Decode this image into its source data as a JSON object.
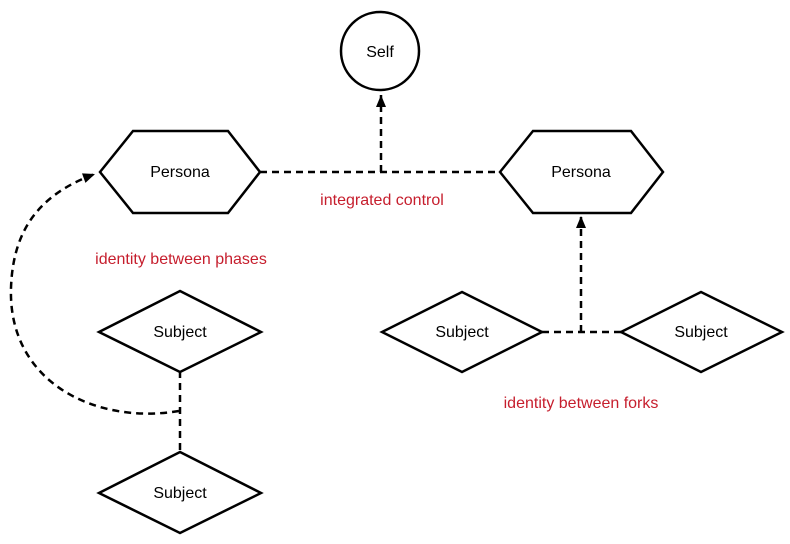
{
  "diagram": {
    "colors": {
      "background": "#ffffff",
      "shape_fill": "#ffffff",
      "shape_stroke": "#000000",
      "connector": "#000000",
      "annotation_text": "#c61e2d",
      "node_text": "#000000"
    },
    "nodes": {
      "self": {
        "shape": "circle",
        "label": "Self"
      },
      "persona_left": {
        "shape": "hexagon",
        "label": "Persona"
      },
      "persona_right": {
        "shape": "hexagon",
        "label": "Persona"
      },
      "subject_upper_left": {
        "shape": "diamond",
        "label": "Subject"
      },
      "subject_lower_left": {
        "shape": "diamond",
        "label": "Subject"
      },
      "subject_middle": {
        "shape": "diamond",
        "label": "Subject"
      },
      "subject_right": {
        "shape": "diamond",
        "label": "Subject"
      }
    },
    "annotations": {
      "integrated_control": {
        "text": "integrated control"
      },
      "identity_between_phases": {
        "text": "identity between phases"
      },
      "identity_between_forks": {
        "text": "identity between forks"
      }
    },
    "edges": [
      {
        "from": "persona_left",
        "to": "persona_right",
        "style": "dashed",
        "arrow": "none",
        "label": "integrated control"
      },
      {
        "from": "persona_link_midpoint",
        "to": "self",
        "style": "dashed",
        "arrow": "to"
      },
      {
        "from": "subject_upper_left",
        "to": "subject_lower_left",
        "style": "dashed",
        "arrow": "none",
        "label": "identity between phases"
      },
      {
        "from": "subject_link_midpoint_left",
        "to": "persona_left",
        "style": "dashed-curved",
        "arrow": "to"
      },
      {
        "from": "subject_middle",
        "to": "subject_right",
        "style": "dashed",
        "arrow": "none",
        "label": "identity between forks"
      },
      {
        "from": "subject_link_midpoint_right",
        "to": "persona_right",
        "style": "dashed",
        "arrow": "to"
      }
    ]
  }
}
